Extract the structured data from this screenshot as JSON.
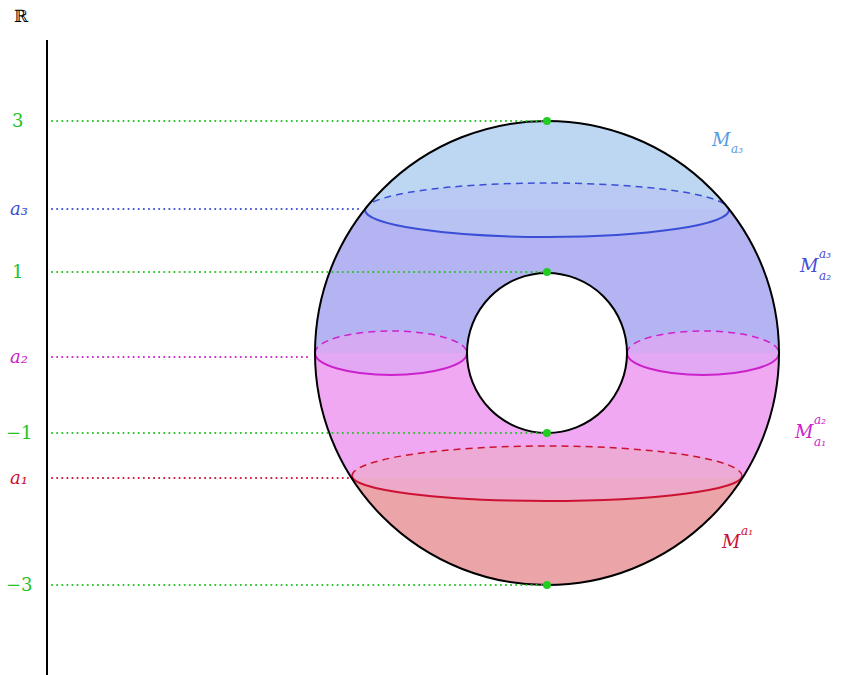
{
  "diagram": {
    "labels": [
      "ℝ",
      "3",
      "a₃",
      "1",
      "a₂",
      "−1",
      "a₁",
      "−3",
      "M",
      "a₃",
      "M",
      "a₃",
      "a₂",
      "M",
      "a₂",
      "a₁",
      "M",
      "a₁"
    ]
  }
}
